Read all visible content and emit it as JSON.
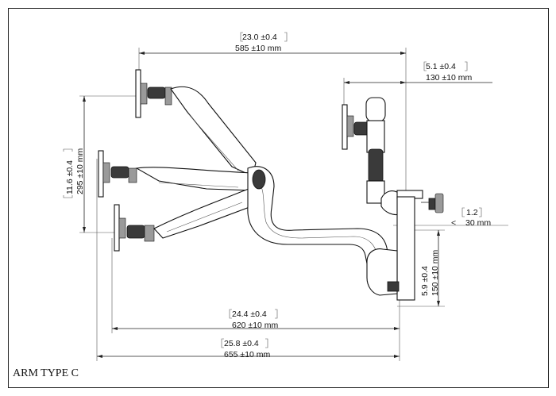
{
  "dimensions": {
    "top_width": {
      "inch": "23.0 ±0.4",
      "mm": "585 ±10  mm"
    },
    "pole_offset": {
      "inch": "5.1 ±0.4",
      "mm": "130 ±10  mm"
    },
    "height_range": {
      "inch": "11.6 ±0.4",
      "mm": "295 ±10  mm"
    },
    "clamp": {
      "inch": "1.2",
      "prefix": "<",
      "mm": "30   mm"
    },
    "bottom_height": {
      "inch": "5.9 ±0.4",
      "mm": "150 ±10  mm"
    },
    "extension_min": {
      "inch": "24.4 ±0.4",
      "mm": "620 ±10  mm"
    },
    "extension_max": {
      "inch": "25.8 ±0.4",
      "mm": "655 ±10  mm"
    }
  },
  "caption": "ARM TYPE C"
}
